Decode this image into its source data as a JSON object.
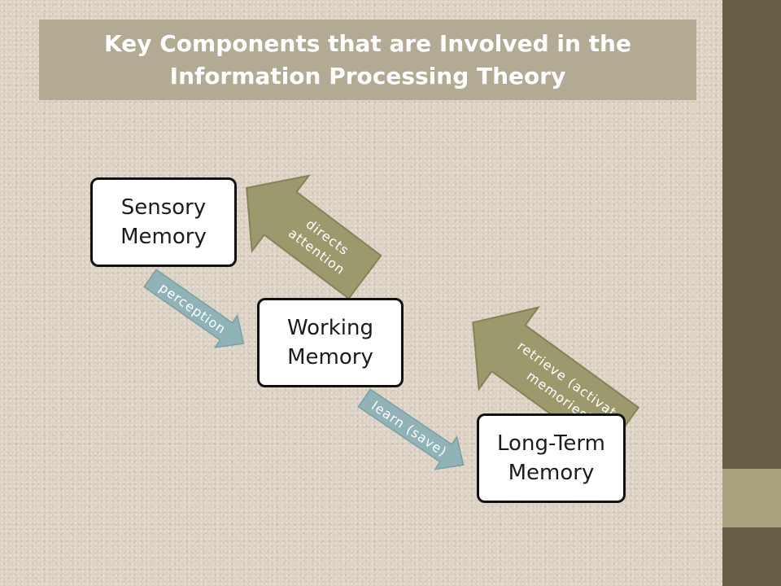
{
  "title": {
    "line1": "Key Components that are Involved in the",
    "line2": "Information Processing Theory"
  },
  "boxes": {
    "sensory": {
      "line1": "Sensory",
      "line2": "Memory"
    },
    "working": {
      "line1": "Working",
      "line2": "Memory"
    },
    "longterm": {
      "line1": "Long-Term",
      "line2": "Memory"
    }
  },
  "arrows": {
    "directs": {
      "line1": "directs",
      "line2": "attention"
    },
    "perception": {
      "label": "perception"
    },
    "learn": {
      "label": "learn (save)"
    },
    "retrieve": {
      "line1": "retrieve (activate",
      "line2": "memories)"
    }
  },
  "colors": {
    "olive_arrow": "#9c9a6c",
    "blue_arrow": "#8fb3b6",
    "title_bar": "#b3aa93",
    "right_band": "#675e48",
    "right_accent": "#a8a27d"
  }
}
